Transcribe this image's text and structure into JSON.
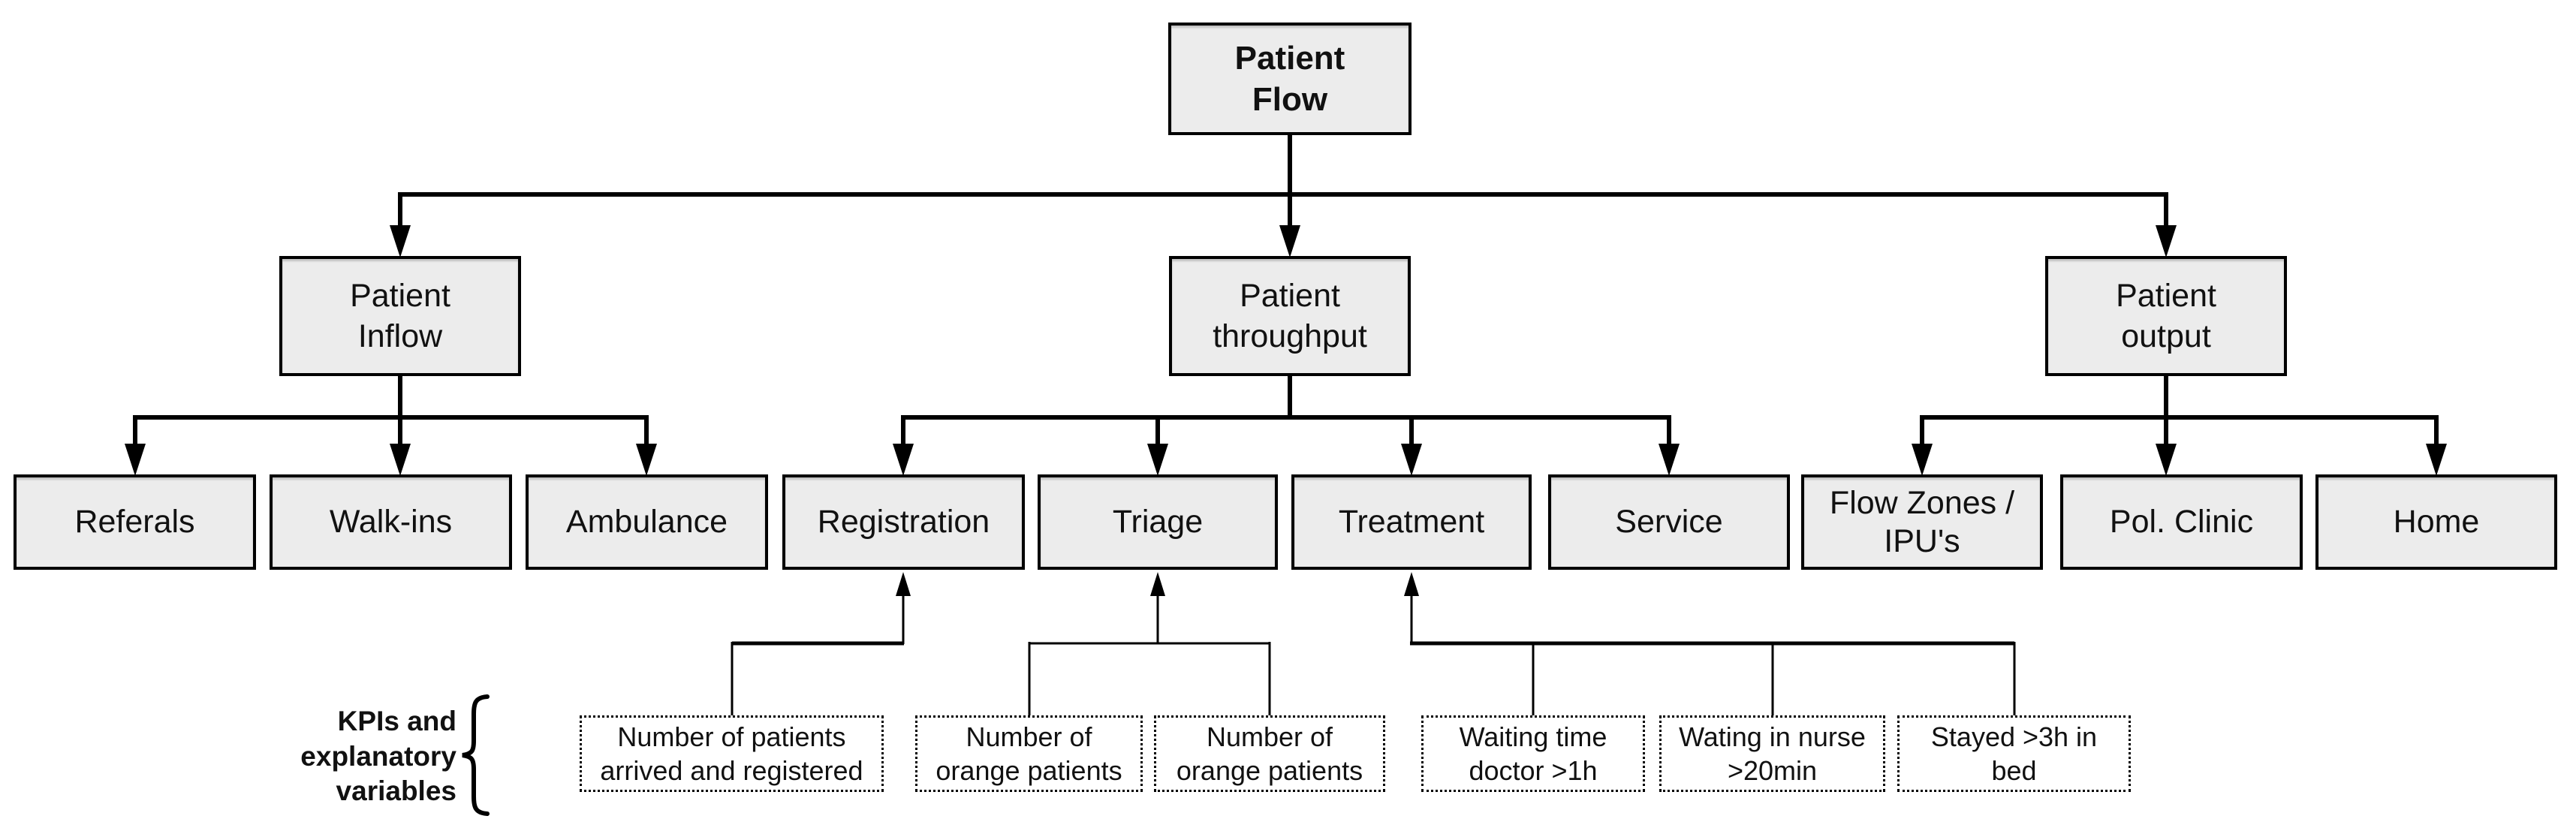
{
  "title": "Patient Flow diagram",
  "colors": {
    "background": "#ffffff",
    "node_fill": "#ececec",
    "node_border": "#000000",
    "connector": "#000000",
    "text": "#111111"
  },
  "nodes": {
    "root": {
      "label": [
        "Patient",
        "Flow"
      ]
    },
    "level2": [
      {
        "label": [
          "Patient",
          "Inflow"
        ],
        "parent": "Patient Flow"
      },
      {
        "label": [
          "Patient",
          "throughput"
        ],
        "parent": "Patient Flow"
      },
      {
        "label": [
          "Patient",
          "output"
        ],
        "parent": "Patient Flow"
      }
    ],
    "level3": [
      {
        "label": "Referals",
        "parent": "Patient Inflow"
      },
      {
        "label": "Walk-ins",
        "parent": "Patient Inflow"
      },
      {
        "label": "Ambulance",
        "parent": "Patient Inflow"
      },
      {
        "label": "Registration",
        "parent": "Patient throughput"
      },
      {
        "label": "Triage",
        "parent": "Patient throughput"
      },
      {
        "label": "Treatment",
        "parent": "Patient throughput"
      },
      {
        "label": "Service",
        "parent": "Patient throughput"
      },
      {
        "label": [
          "Flow Zones /",
          "IPU's"
        ],
        "parent": "Patient output"
      },
      {
        "label": "Pol. Clinic",
        "parent": "Patient output"
      },
      {
        "label": "Home",
        "parent": "Patient output"
      }
    ],
    "kpis": [
      {
        "label": [
          "Number of patients",
          "arrived and registered"
        ],
        "attached_to": "Registration"
      },
      {
        "label": [
          "Number of",
          "orange patients"
        ],
        "attached_to": "Triage"
      },
      {
        "label": [
          "Number of",
          "orange patients"
        ],
        "attached_to": "Triage"
      },
      {
        "label": [
          "Waiting time",
          "doctor >1h"
        ],
        "attached_to": "Treatment"
      },
      {
        "label": [
          "Wating in nurse",
          ">20min"
        ],
        "attached_to": "Treatment"
      },
      {
        "label": [
          "Stayed >3h in",
          "bed"
        ],
        "attached_to": "Treatment"
      }
    ]
  },
  "side_label": {
    "lines": [
      "KPIs and",
      "explanatory",
      "variables"
    ]
  }
}
